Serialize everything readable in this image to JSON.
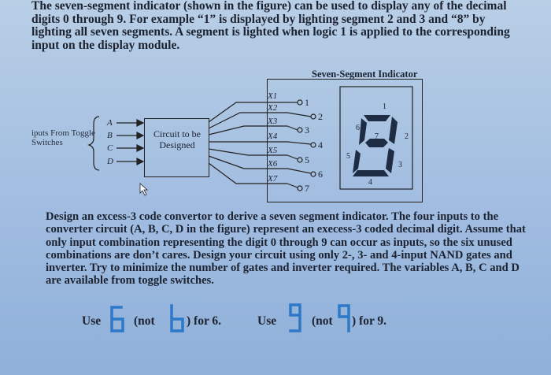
{
  "intro_text": "The seven-segment indicator (shown in the figure) can be used to display any of the decimal digits 0 through 9. For example “1” is displayed by lighting segment 2 and 3 and “8” by lighting all seven segments. A segment is lighted when logic 1 is applied to the corresponding input on the display module.",
  "figure": {
    "inputs_label": "iputs From Toggle Switches",
    "inputs": [
      "A",
      "B",
      "C",
      "D"
    ],
    "circuit_label": "Circuit to be Designed",
    "indicator_title": "Seven-Segment Indicator",
    "outputs": [
      "X1",
      "X2",
      "X3",
      "X4",
      "X5",
      "X6",
      "X7"
    ],
    "pins": [
      "1",
      "2",
      "3",
      "4",
      "5",
      "6",
      "7"
    ],
    "segment_numbers": [
      "1",
      "2",
      "3",
      "4",
      "5",
      "6",
      "7"
    ]
  },
  "task_text": "Design an excess-3 code convertor to derive a seven segment indicator. The four inputs to the converter circuit (A, B, C, D in the figure) represent an execess-3 coded decimal digit. Assume that only input combination representing the digit 0 through 9 can occur as inputs, so the six unused combinations are don’t cares. Design your circuit using only 2-, 3- and 4-input NAND gates and inverter. Try to minimize the number of gates and inverter required. The variables A, B, C and D are available from toggle switches.",
  "bottom": {
    "use1": "Use",
    "not1": "(not",
    "for6": ") for 6.",
    "use2": "Use",
    "not2": "(not",
    "for9": ") for 9."
  },
  "colors": {
    "segment_on": "#1e2c44",
    "segment_blue": "#2d78c8"
  }
}
